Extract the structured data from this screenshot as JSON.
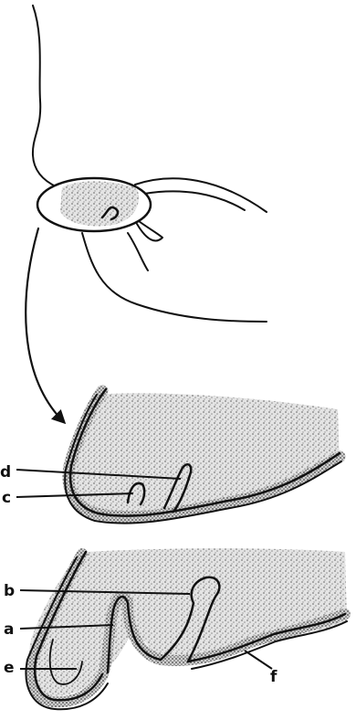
{
  "figure": {
    "labels": {
      "d": "d",
      "c": "c",
      "b": "b",
      "a": "a",
      "e": "e",
      "f": "f"
    },
    "colors": {
      "ink": "#111111",
      "stipple": "#9a9a9a",
      "background": "#ffffff"
    }
  }
}
